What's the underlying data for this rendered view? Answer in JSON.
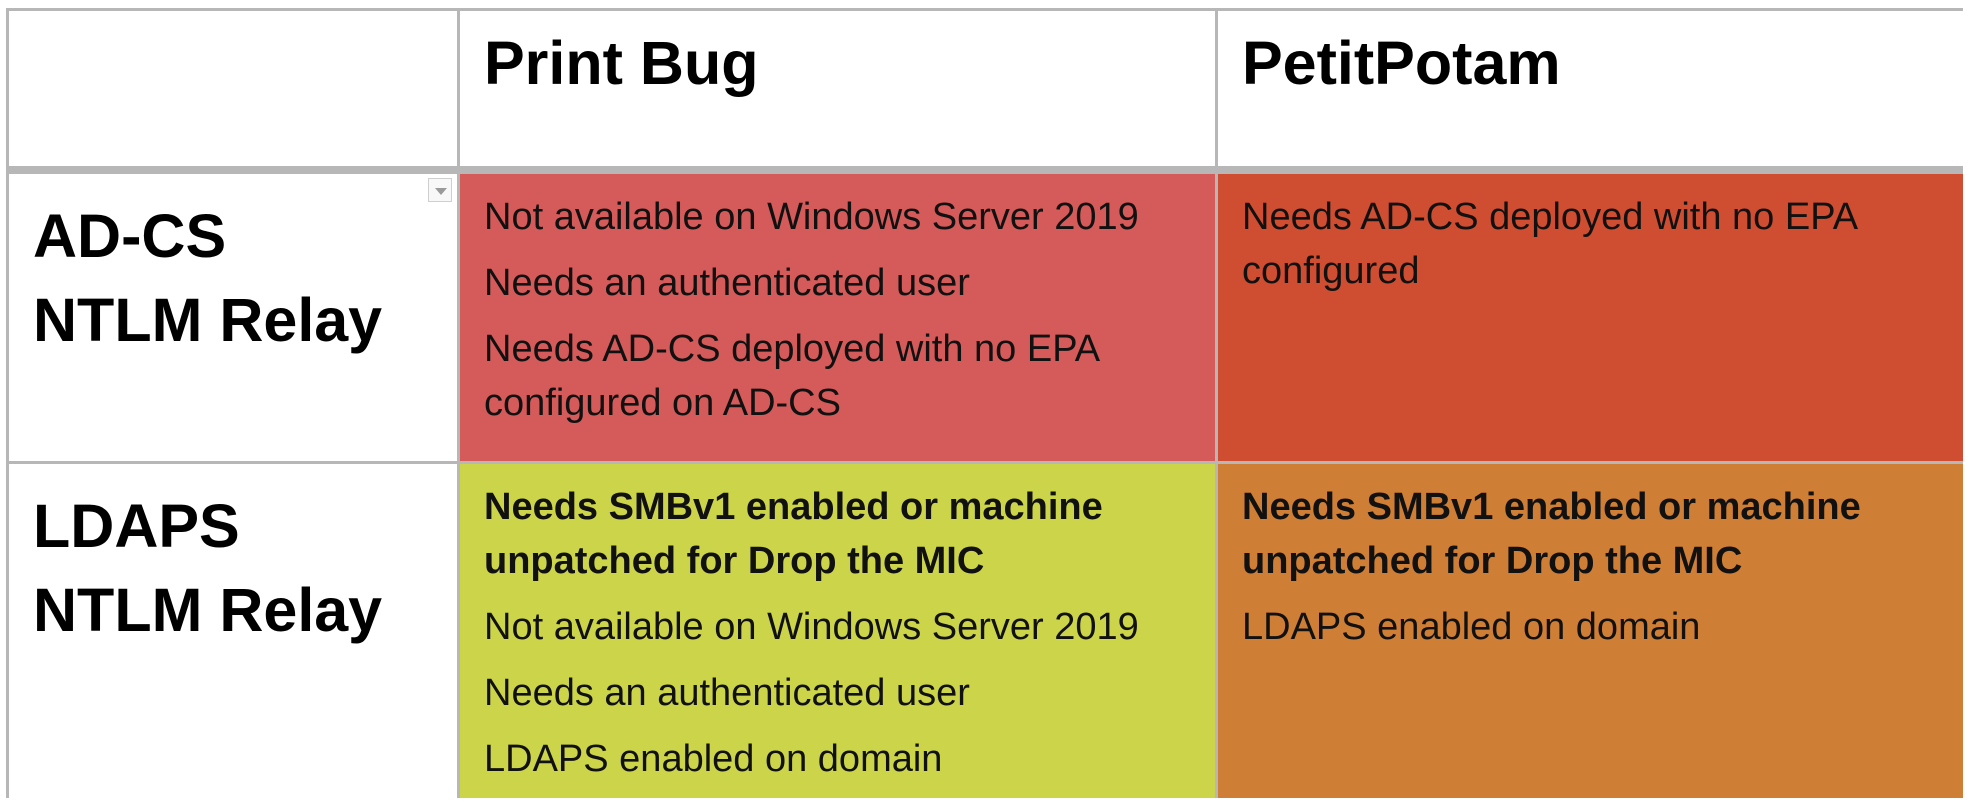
{
  "columns": {
    "col1": "Print Bug",
    "col2": "PetitPotam"
  },
  "rows": [
    {
      "header_lines": [
        "AD-CS",
        "NTLM Relay"
      ],
      "cells": [
        {
          "bg": "#d55a5a",
          "lines": [
            {
              "text": "Not available on Windows Server 2019",
              "bold": false
            },
            {
              "text": "Needs an authenticated user",
              "bold": false
            },
            {
              "text": "Needs AD-CS deployed with no EPA configured on AD-CS",
              "bold": false
            }
          ]
        },
        {
          "bg": "#cf4d31",
          "lines": [
            {
              "text": "Needs AD-CS deployed with no EPA configured",
              "bold": false
            }
          ]
        }
      ]
    },
    {
      "header_lines": [
        "LDAPS",
        "NTLM Relay"
      ],
      "cells": [
        {
          "bg": "#ccd44a",
          "lines": [
            {
              "text": "Needs SMBv1 enabled or machine unpatched for Drop the MIC",
              "bold": true
            },
            {
              "text": "Not available on Windows Server 2019",
              "bold": false
            },
            {
              "text": "Needs an authenticated user",
              "bold": false
            },
            {
              "text": "LDAPS enabled on domain",
              "bold": false
            }
          ]
        },
        {
          "bg": "#cf7e35",
          "lines": [
            {
              "text": "Needs SMBv1 enabled or machine unpatched for Drop the MIC",
              "bold": true
            },
            {
              "text": "LDAPS enabled on domain",
              "bold": false
            }
          ]
        }
      ]
    }
  ],
  "icons": {
    "filter_dropdown": "chevron-down-icon"
  }
}
